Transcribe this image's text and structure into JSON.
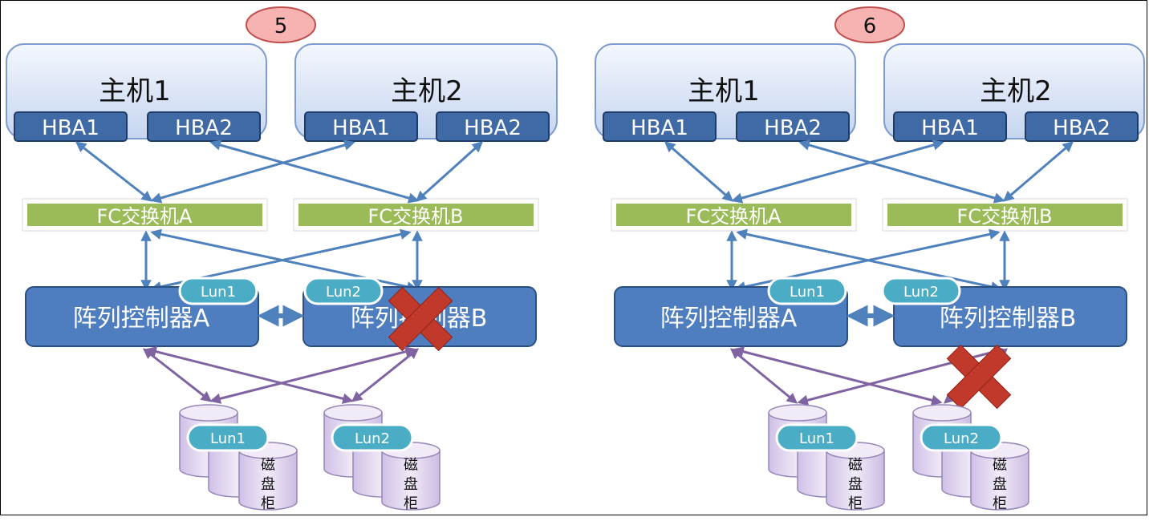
{
  "panels": [
    {
      "step_label": "5",
      "host1_label": "主机1",
      "host2_label": "主机2",
      "hba1_label": "HBA1",
      "hba2_label": "HBA2",
      "switch_a_label": "FC交换机A",
      "switch_b_label": "FC交换机B",
      "controller_a_label": "阵列控制器A",
      "controller_b_label": "阵列控制器B",
      "lun1_label": "Lun1",
      "lun2_label": "Lun2",
      "disk_enclosure_label": [
        "磁",
        "盘",
        "柜"
      ],
      "failure": "controller-b"
    },
    {
      "step_label": "6",
      "host1_label": "主机1",
      "host2_label": "主机2",
      "hba1_label": "HBA1",
      "hba2_label": "HBA2",
      "switch_a_label": "FC交换机A",
      "switch_b_label": "FC交换机B",
      "controller_a_label": "阵列控制器A",
      "controller_b_label": "阵列控制器B",
      "lun1_label": "Lun1",
      "lun2_label": "Lun2",
      "disk_enclosure_label": [
        "磁",
        "盘",
        "柜"
      ],
      "failure": "controller-b-to-disk-link"
    }
  ],
  "colors": {
    "host_fill_top": "#f4f7fd",
    "host_fill_bottom": "#c5d5f0",
    "host_border": "#7e9ccf",
    "hba_fill": "#3f6aa6",
    "hba_border": "#1e3c6a",
    "switch_fill": "#9bbb59",
    "controller_fill": "#4f7ec0",
    "controller_border": "#2c4f82",
    "lun_fill": "#4bacc6",
    "fc_link": "#4f81bd",
    "disk_link": "#8064a2",
    "disk_fill": "#e7ddf2",
    "disk_border": "#9785b8",
    "step_fill": "#f7b2b2",
    "step_border": "#c0504d",
    "failure_mark": "#c0392b"
  }
}
